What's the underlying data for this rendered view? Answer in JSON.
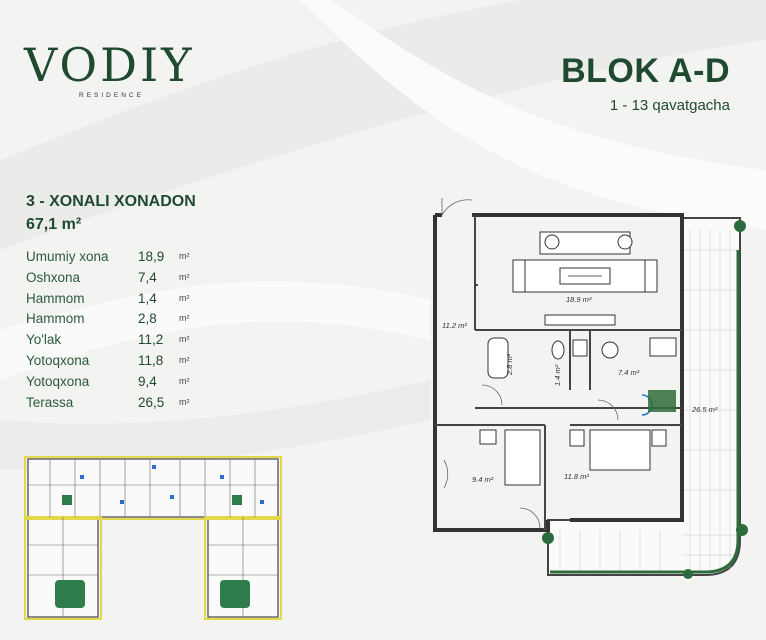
{
  "brand": {
    "name": "VODIY",
    "sub": "RESIDENCE"
  },
  "block": {
    "title": "BLOK A-D",
    "floors": "1 - 13 qavatgacha"
  },
  "apartment": {
    "title": "3 - XONALI XONADON",
    "area": "67,1 m²",
    "rooms": [
      {
        "name": "Umumiy xona",
        "value": "18,9",
        "unit": "m²"
      },
      {
        "name": "Oshxona",
        "value": "7,4",
        "unit": "m²"
      },
      {
        "name": "Hammom",
        "value": "1,4",
        "unit": "m²"
      },
      {
        "name": "Hammom",
        "value": "2,8",
        "unit": "m²"
      },
      {
        "name": "Yo'lak",
        "value": "11,2",
        "unit": "m²"
      },
      {
        "name": "Yotoqxona",
        "value": "11,8",
        "unit": "m²"
      },
      {
        "name": "Yotoqxona",
        "value": "9,4",
        "unit": "m²"
      },
      {
        "name": "Terassa",
        "value": "26,5",
        "unit": "m²"
      }
    ]
  },
  "plan_labels": {
    "living": "18.9 m²",
    "corridor": "11.2 m²",
    "bath_a": "2.8 m²",
    "bath_b": "1.4 m²",
    "kitchen": "7.4 m²",
    "terrace": "26.5 m²",
    "bed_a": "9.4 m²",
    "bed_b": "11.8 m²"
  },
  "colors": {
    "brand_green": "#1f4a2f",
    "highlight_yellow": "#e3d84a",
    "door_blue": "#2a6fc9"
  }
}
